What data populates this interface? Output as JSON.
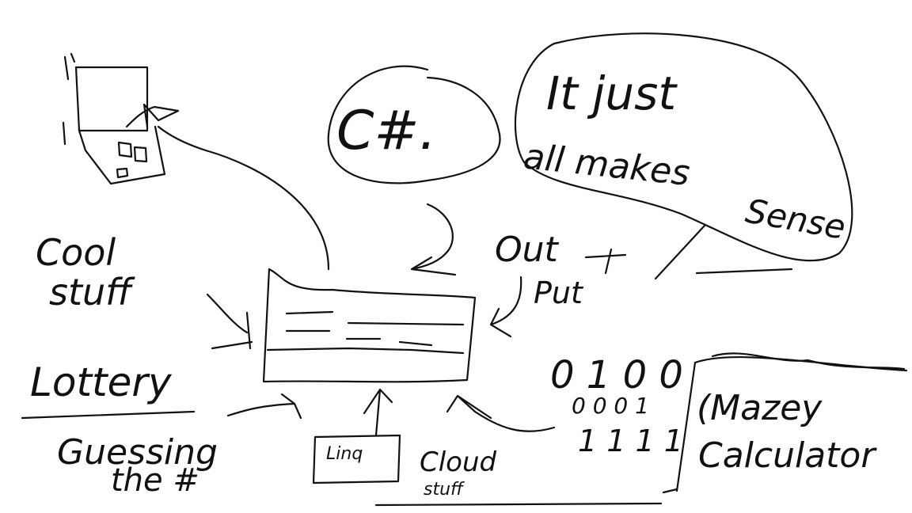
{
  "labels": {
    "csharp": "C#.",
    "it_just": "It just",
    "all_makes": "all makes",
    "sense": "Sense",
    "cool": "Cool",
    "stuff": "stuff",
    "out": "Out",
    "put": "Put",
    "lottery": "Lottery",
    "guessing": "Guessing",
    "the_hash": "the #",
    "linq": "Linq",
    "cloud": "Cloud",
    "stuff_small": "stuff",
    "binary_1": "0 1 0 0",
    "binary_2": "0 0 0 1",
    "binary_3": "1 1 1 1",
    "mazey": "(Mazey",
    "calculator": "Calculator"
  }
}
